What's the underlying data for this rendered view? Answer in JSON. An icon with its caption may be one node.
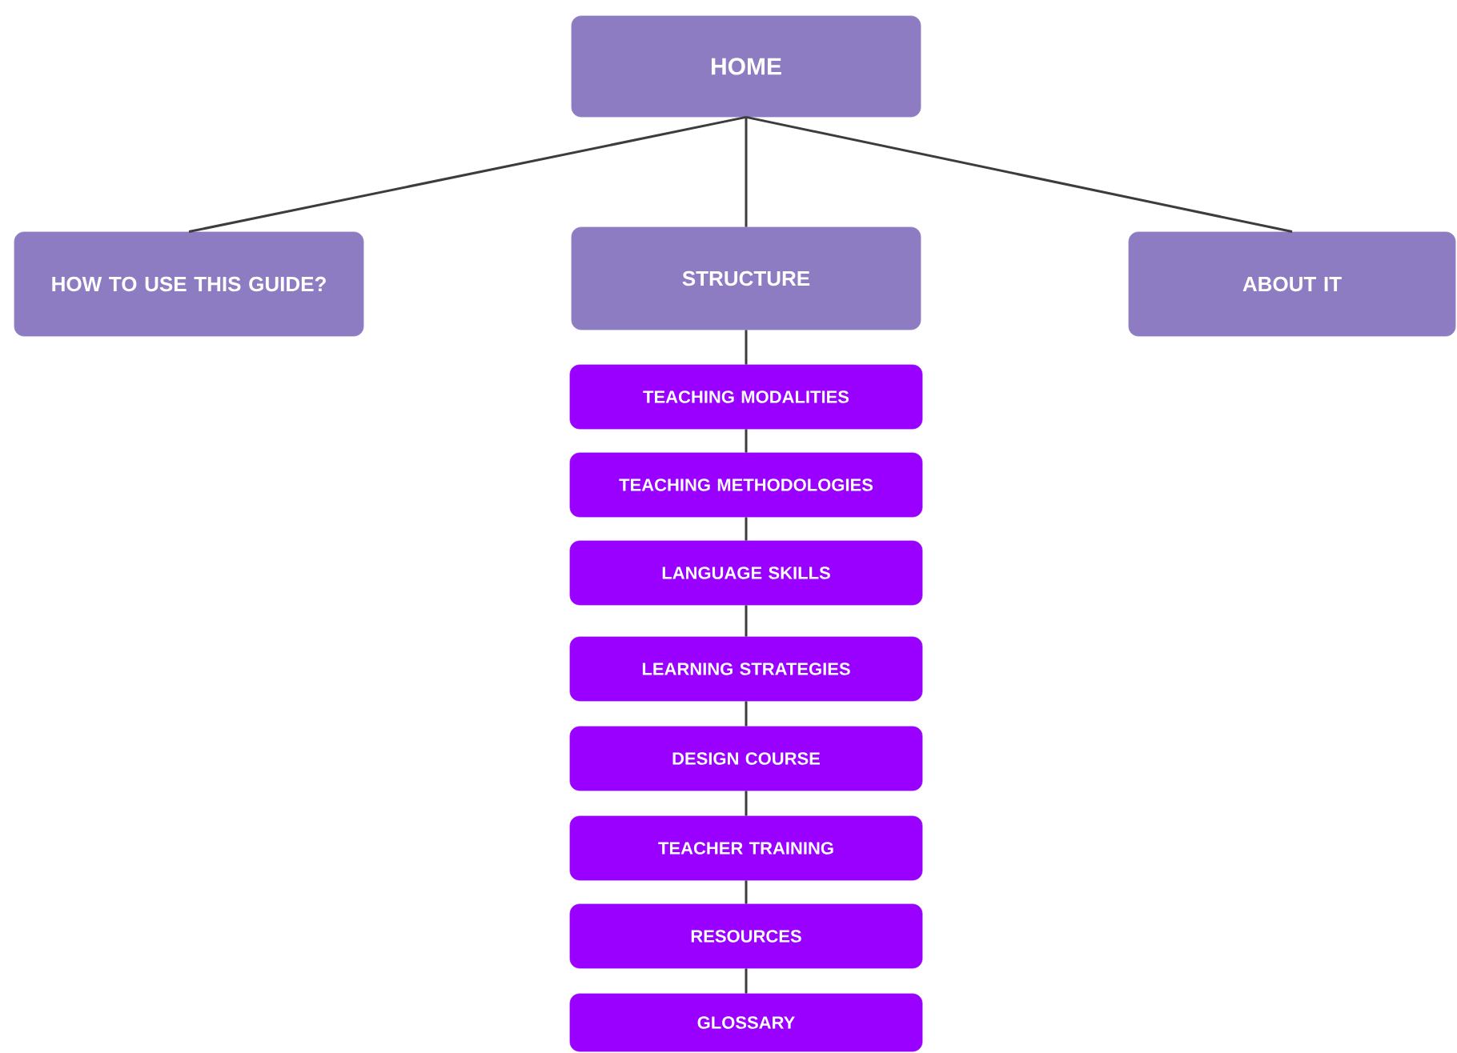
{
  "diagram": {
    "nodes": [
      {
        "text": [
          "HOME"
        ]
      },
      {
        "text": [
          "HOW TO USE THIS GUIDE?"
        ]
      },
      {
        "text": [
          "STRUCTURE"
        ]
      },
      {
        "text": [
          "ABOUT IT"
        ]
      },
      {
        "text": [
          "TEACHING MODALITIES"
        ]
      },
      {
        "text": [
          "TEACHING METHODOLOGIES"
        ]
      },
      {
        "text": [
          "LANGUAGE SKILLS"
        ]
      },
      {
        "text": [
          "LEARNING STRATEGIES"
        ]
      },
      {
        "text": [
          "DESIGN COURSE"
        ]
      },
      {
        "text": [
          "TEACHER TRAINING"
        ]
      },
      {
        "text": [
          "RESOURCES"
        ]
      },
      {
        "text": [
          "GLOSSARY"
        ]
      }
    ],
    "edges": [
      {
        "from": 0,
        "to": 1,
        "arrow": "none"
      },
      {
        "from": 0,
        "to": 2,
        "arrow": "none"
      },
      {
        "from": 0,
        "to": 3,
        "arrow": "none"
      },
      {
        "from": 2,
        "to": 4,
        "arrow": "none"
      },
      {
        "from": 4,
        "to": 5,
        "arrow": "none"
      },
      {
        "from": 5,
        "to": 6,
        "arrow": "none"
      },
      {
        "from": 6,
        "to": 7,
        "arrow": "none"
      },
      {
        "from": 7,
        "to": 8,
        "arrow": "none"
      },
      {
        "from": 8,
        "to": 9,
        "arrow": "none"
      },
      {
        "from": 9,
        "to": 10,
        "arrow": "none"
      },
      {
        "from": 10,
        "to": 11,
        "arrow": "none"
      }
    ]
  }
}
